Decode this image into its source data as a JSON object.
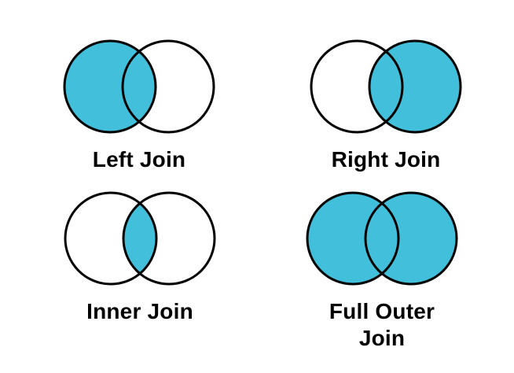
{
  "page": {
    "background": "#ffffff"
  },
  "colors": {
    "filled": "#42C0DB",
    "empty": "#ffffff",
    "stroke": "#000000",
    "label": "#000000"
  },
  "diagrams": [
    {
      "id": "left-join",
      "label": "Left Join",
      "regions": {
        "left_only": true,
        "intersection": true,
        "right_only": false
      }
    },
    {
      "id": "right-join",
      "label": "Right Join",
      "regions": {
        "left_only": false,
        "intersection": true,
        "right_only": true
      }
    },
    {
      "id": "inner-join",
      "label": "Inner Join",
      "regions": {
        "left_only": false,
        "intersection": true,
        "right_only": false
      }
    },
    {
      "id": "full-outer-join",
      "label": "Full Outer\nJoin",
      "regions": {
        "left_only": true,
        "intersection": true,
        "right_only": true
      }
    }
  ]
}
